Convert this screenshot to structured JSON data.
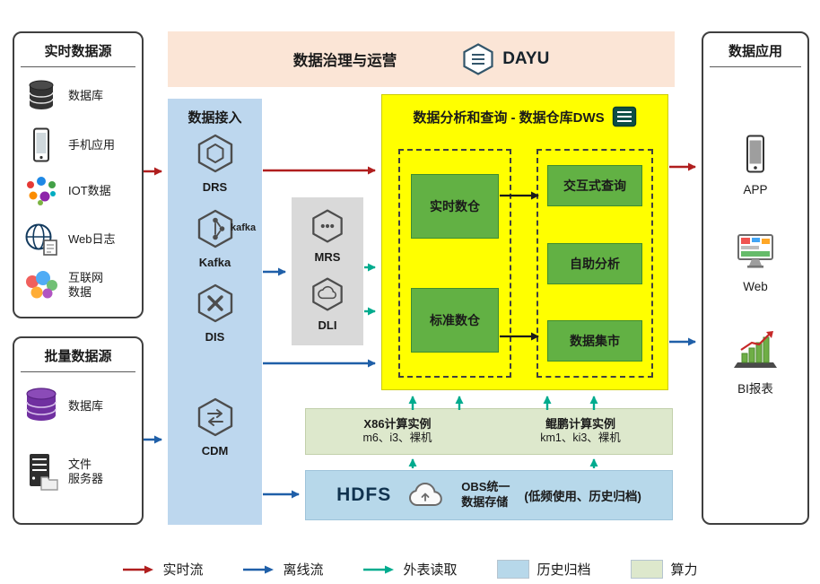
{
  "banner": {
    "title": "数据治理与运营",
    "logo_label": "DAYU"
  },
  "realtime_sources": {
    "title": "实时数据源",
    "items": [
      {
        "label": "数据库",
        "icon": "database-icon"
      },
      {
        "label": "手机应用",
        "icon": "phone-icon"
      },
      {
        "label": "IOT数据",
        "icon": "iot-icon"
      },
      {
        "label": "Web日志",
        "icon": "globe-icon"
      },
      {
        "label": "互联网\n数据",
        "icon": "internet-data-icon"
      }
    ]
  },
  "batch_sources": {
    "title": "批量数据源",
    "items": [
      {
        "label": "数据库",
        "icon": "database-purple-icon"
      },
      {
        "label": "文件\n服务器",
        "icon": "file-server-icon"
      }
    ]
  },
  "ingestion": {
    "title": "数据接入",
    "services": [
      {
        "name": "DRS"
      },
      {
        "name": "Kafka",
        "badge": "kafka"
      },
      {
        "name": "DIS"
      },
      {
        "name": "CDM"
      }
    ]
  },
  "processing": {
    "services": [
      {
        "name": "MRS"
      },
      {
        "name": "DLI"
      }
    ]
  },
  "dws": {
    "title": "数据分析和查询 - 数据仓库DWS",
    "left_modules": [
      "实时数仓",
      "标准数仓"
    ],
    "right_modules": [
      "交互式查询",
      "自助分析",
      "数据集市"
    ]
  },
  "compute": {
    "x86": {
      "title": "X86计算实例",
      "spec": "m6、i3、裸机"
    },
    "kunpeng": {
      "title": "鲲鹏计算实例",
      "spec": "km1、ki3、裸机"
    }
  },
  "storage": {
    "hdfs_label": "HDFS",
    "obs_title": "OBS统一\n数据存储",
    "obs_note": "(低频使用、历史归档)"
  },
  "applications": {
    "title": "数据应用",
    "items": [
      {
        "label": "APP",
        "icon": "phone-icon"
      },
      {
        "label": "Web",
        "icon": "monitor-icon"
      },
      {
        "label": "BI报表",
        "icon": "bar-chart-icon"
      }
    ]
  },
  "legend": {
    "realtime": "实时流",
    "offline": "离线流",
    "external": "外表读取",
    "archive": "历史归档",
    "compute": "算力"
  },
  "colors": {
    "realtime_arrow": "#b01e1e",
    "offline_arrow": "#1f5fa8",
    "external_arrow": "#00ab8e",
    "archive_swatch": "#b7d8ea",
    "compute_swatch": "#dde8cc",
    "dws_bg": "#ffff00",
    "module_green": "#62b144"
  }
}
